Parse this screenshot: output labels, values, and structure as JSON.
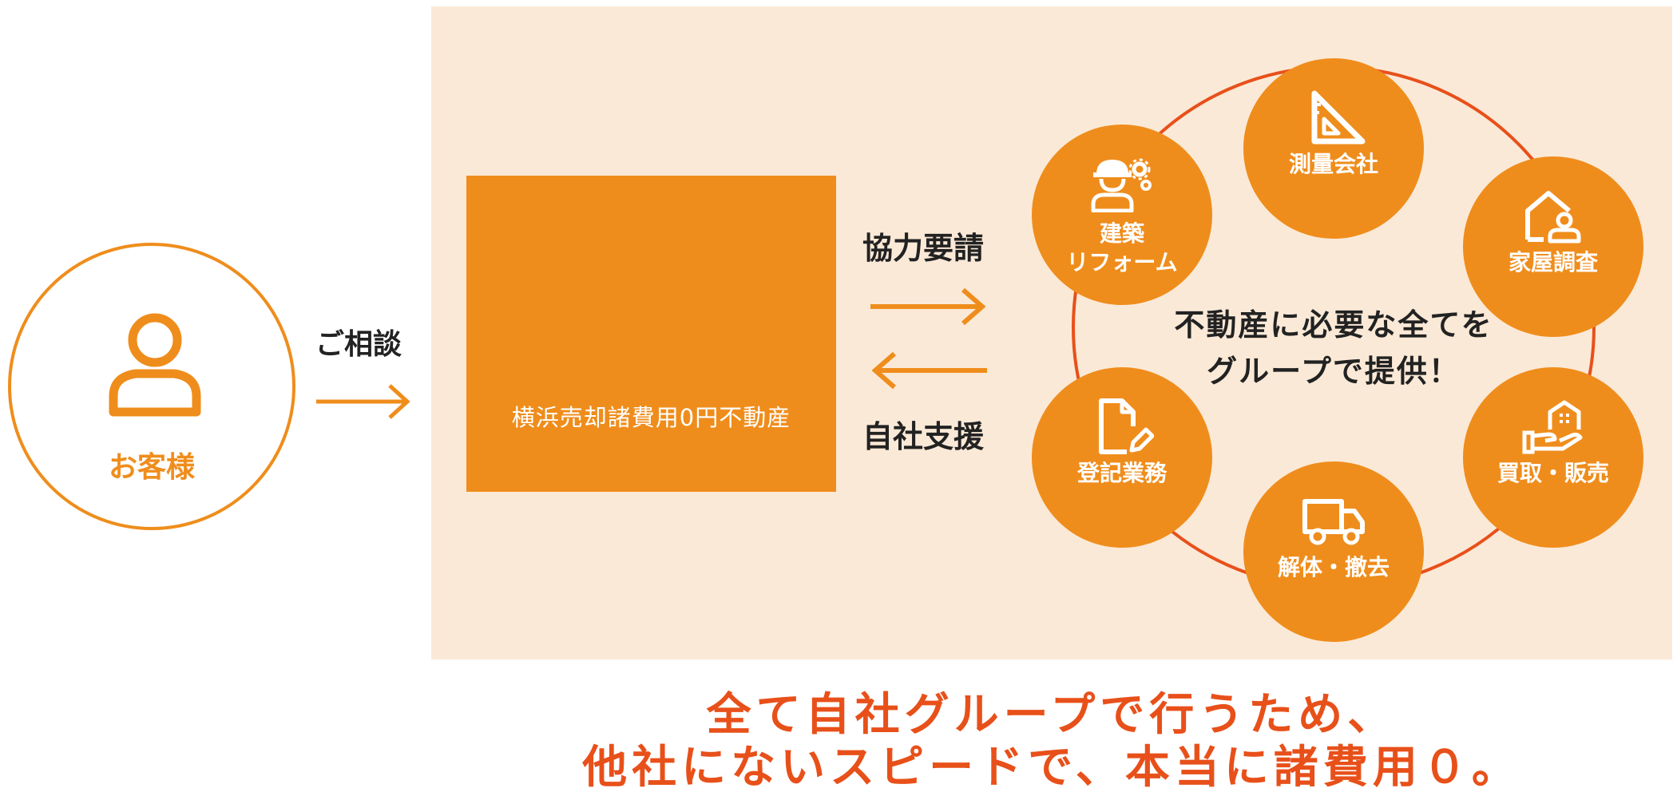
{
  "customer": {
    "label": "お客様",
    "icon": "person-icon"
  },
  "consult_label": "ご相談",
  "company": {
    "name": "横浜売却諸費用0円不動産"
  },
  "request_label": "協力要請",
  "support_label": "自社支援",
  "group": {
    "center_line1": "不動産に必要な全てを",
    "center_line2": "グループで提供！",
    "nodes": [
      {
        "line1": "測量会社",
        "line2": "",
        "icon": "set-square-icon"
      },
      {
        "line1": "家屋調査",
        "line2": "",
        "icon": "house-person-icon"
      },
      {
        "line1": "買取・販売",
        "line2": "",
        "icon": "hand-house-icon"
      },
      {
        "line1": "解体・撤去",
        "line2": "",
        "icon": "truck-icon"
      },
      {
        "line1": "登記業務",
        "line2": "",
        "icon": "document-pen-icon"
      },
      {
        "line1": "建築",
        "line2": "リフォーム",
        "icon": "worker-gear-icon"
      }
    ]
  },
  "tagline": {
    "line1": "全て自社グループで行うため、",
    "line2": "他社にないスピードで、本当に諸費用０。"
  },
  "colors": {
    "accent": "#ef8d1c",
    "panel": "#fbe9d7",
    "tagline": "#e8501a",
    "ring": "#e8501a"
  }
}
